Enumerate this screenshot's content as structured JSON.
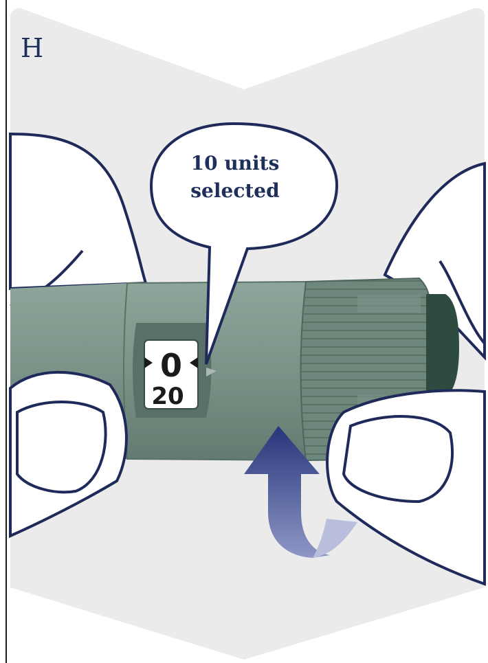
{
  "step_letter": "H",
  "callout": {
    "line1": "10 units",
    "line2": "selected"
  },
  "dose_window": {
    "top_number": "0",
    "bottom_number": "20"
  },
  "colors": {
    "background_chevron": "#ebebeb",
    "pen_body": "#7d968b",
    "pen_dark": "#5f776c",
    "pen_cap": "#2d4c3f",
    "outline": "#1f2a5a",
    "arrow": "#3c4d8d",
    "arrow_light": "#b8bedb"
  },
  "icons": [
    "curved-rotation-arrow-icon"
  ]
}
